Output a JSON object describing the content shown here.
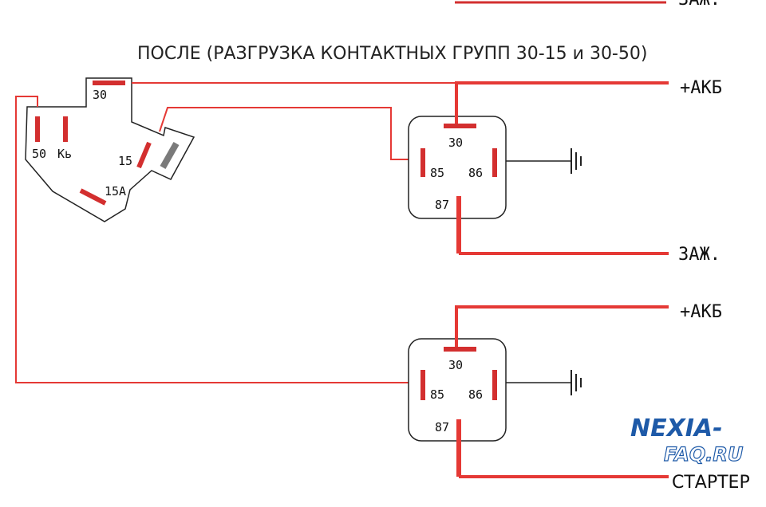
{
  "title": "ПОСЛЕ (РАЗГРУЗКА КОНТАКТНЫХ ГРУПП 30-15 и 30-50)",
  "top_cut_label": "ЗАЖ.",
  "switch": {
    "pins": {
      "p30": "30",
      "p50": "50",
      "pkb": "Кь",
      "p15": "15",
      "p15a": "15А"
    }
  },
  "relay1": {
    "pins": {
      "p30": "30",
      "p85": "85",
      "p86": "86",
      "p87": "87"
    },
    "out_top": "+АКБ",
    "out_bottom": "ЗАЖ."
  },
  "relay2": {
    "pins": {
      "p30": "30",
      "p85": "85",
      "p86": "86",
      "p87": "87"
    },
    "out_top": "+АКБ",
    "out_bottom": "СТАРТЕР"
  },
  "watermark": {
    "line1": "NEXIA-",
    "line2": "FAQ.RU"
  },
  "colors": {
    "wire": "#e53935",
    "contact": "#d32f2f",
    "outline": "#222222",
    "ground": "#222222",
    "logo": "#1e5aa8",
    "grey_contact": "#7a7a7a"
  }
}
